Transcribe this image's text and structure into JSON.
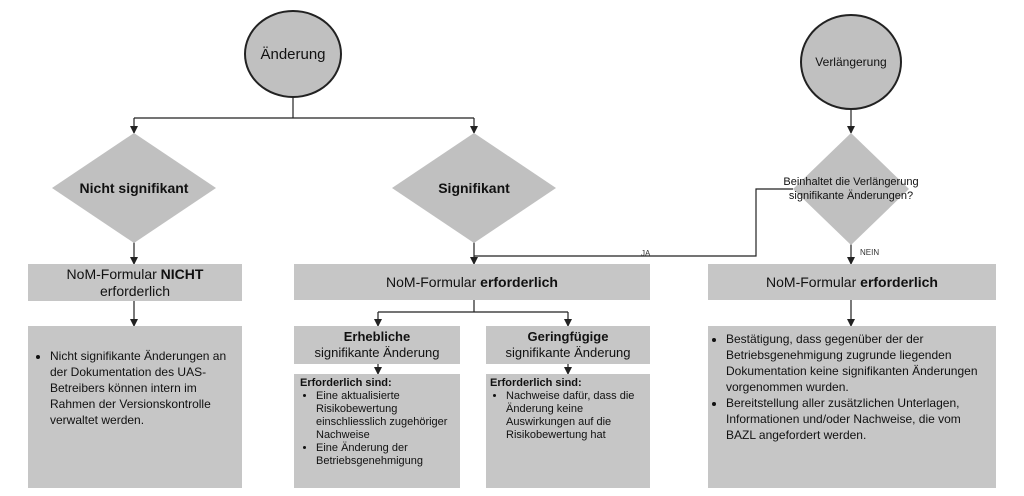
{
  "nodes": {
    "aenderung": "Änderung",
    "verlaengerung": "Verlängerung",
    "nicht_signifikant": "Nicht signifikant",
    "signifikant": "Signifikant",
    "beinhaltet_line1": "Beinhaltet die Verlängerung",
    "beinhaltet_line2": "signifikante Änderungen?"
  },
  "edge_labels": {
    "ja": "JA",
    "nein": "NEIN"
  },
  "nom_left": {
    "prefix": "NoM-Formular ",
    "bold": "NICHT",
    "suffix": "erforderlich"
  },
  "nom_mid": {
    "prefix": "NoM-Formular ",
    "bold": "erforderlich"
  },
  "nom_right": {
    "prefix": "NoM-Formular ",
    "bold": "erforderlich"
  },
  "left_detail": {
    "items": [
      "Nicht signifikante Änderungen an der Dokumentation des UAS-Betreibers können intern im Rahmen der Versionskontrolle verwaltet werden."
    ]
  },
  "erhebliche": {
    "bold": "Erhebliche",
    "rest": "signifikante Änderung"
  },
  "geringfuegige": {
    "bold": "Geringfügige",
    "rest": "signifikante Änderung"
  },
  "erhebliche_detail": {
    "heading": "Erforderlich sind:",
    "items": [
      "Eine aktualisierte Risikobewertung einschliesslich zugehöriger Nachweise",
      "Eine Änderung der Betriebsgenehmigung"
    ]
  },
  "geringfuegige_detail": {
    "heading": "Erforderlich sind:",
    "items": [
      "Nachweise dafür, dass die Änderung keine Auswirkungen auf die Risikobewertung hat"
    ]
  },
  "right_detail": {
    "items": [
      "Bestätigung, dass gegenüber der der Betriebsgenehmigung zugrunde liegenden Dokumentation keine signifikanten Änderungen vorgenommen wurden.",
      "Bereitstellung aller zusätzlichen Unterlagen, Informationen und/oder Nachweise, die vom BAZL angefordert werden."
    ]
  }
}
